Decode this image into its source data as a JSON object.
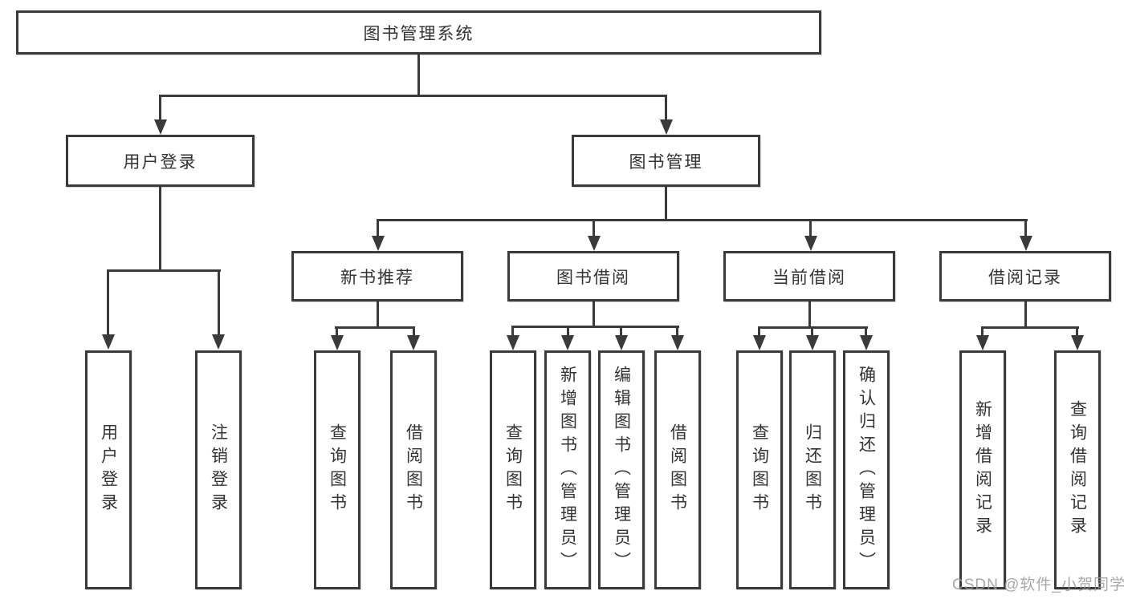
{
  "diagram": {
    "root": {
      "label": "图书管理系统"
    },
    "level2": [
      {
        "label": "用户登录"
      },
      {
        "label": "图书管理"
      }
    ],
    "level3": [
      {
        "label": "新书推荐"
      },
      {
        "label": "图书借阅"
      },
      {
        "label": "当前借阅"
      },
      {
        "label": "借阅记录"
      }
    ],
    "leaves": [
      {
        "label": "用户登录"
      },
      {
        "label": "注销登录"
      },
      {
        "label": "查询图书"
      },
      {
        "label": "借阅图书"
      },
      {
        "label": "查询图书"
      },
      {
        "label": "新增图书（管理员）"
      },
      {
        "label": "编辑图书（管理员）"
      },
      {
        "label": "借阅图书"
      },
      {
        "label": "查询图书"
      },
      {
        "label": "归还图书"
      },
      {
        "label": "确认归还（管理员）"
      },
      {
        "label": "新增借阅记录"
      },
      {
        "label": "查询借阅记录"
      }
    ]
  },
  "watermark": {
    "text": "CSDN @软件_小贺同学"
  },
  "colors": {
    "line": "#3a3a3a",
    "text": "#333333",
    "watermark": "#9a9a9c",
    "background": "#ffffff"
  }
}
